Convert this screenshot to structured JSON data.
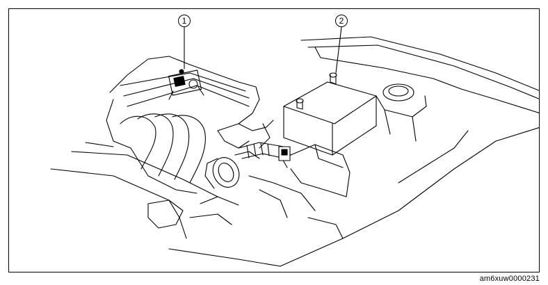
{
  "callouts": [
    {
      "id": "1",
      "label": "1"
    },
    {
      "id": "2",
      "label": "2"
    }
  ],
  "reference_code": "am6xuw0000231"
}
